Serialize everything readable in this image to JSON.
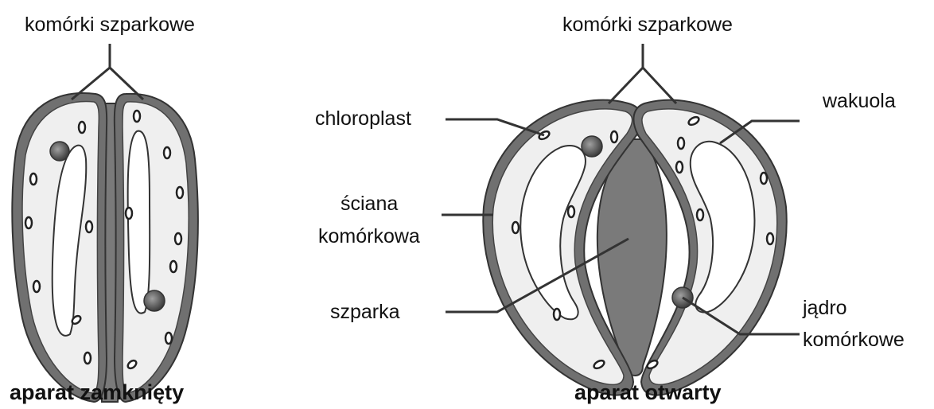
{
  "closed": {
    "title": "aparat zamknięty",
    "guard_cells_label": "komórki szparkowe"
  },
  "open": {
    "title": "aparat otwarty",
    "guard_cells_label": "komórki szparkowe",
    "labels": {
      "chloroplast": "chloroplast",
      "wall_line1": "ściana",
      "wall_line2": "komórkowa",
      "stoma": "szparka",
      "vacuole": "wakuola",
      "nucleus_line1": "jądro",
      "nucleus_line2": "komórkowe"
    }
  },
  "colors": {
    "wall": "#6e6e6e",
    "outline": "#333333",
    "cytoplasm": "#efefef",
    "vacuole": "#ffffff",
    "pore": "#7a7a7a",
    "nucleus": "#555555"
  }
}
